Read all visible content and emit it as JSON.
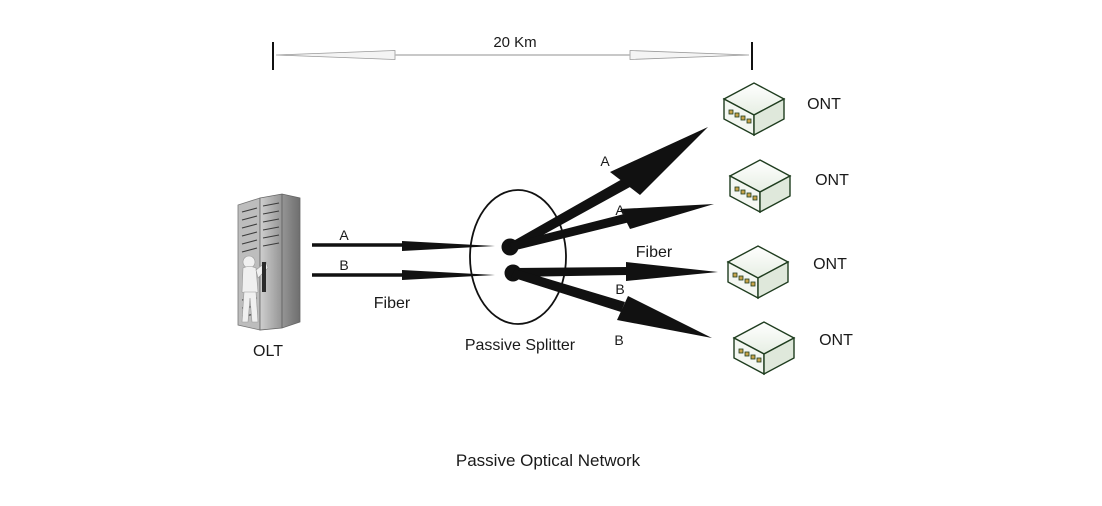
{
  "diagram": {
    "distance_label": "20 Km",
    "olt_label": "OLT",
    "splitter_label": "Passive Splitter",
    "fiber_label_left": "Fiber",
    "fiber_label_right": "Fiber",
    "input_labels": [
      "A",
      "B"
    ],
    "branch_labels": [
      "A",
      "A",
      "B",
      "B"
    ],
    "ont_labels": [
      "ONT",
      "ONT",
      "ONT",
      "ONT"
    ],
    "caption": "Passive Optical Network"
  },
  "colors": {
    "line": "#111111",
    "ont_outline": "#1f3d1f",
    "ont_port": "#c9a44a",
    "olt_body": "#8d8d8d"
  }
}
